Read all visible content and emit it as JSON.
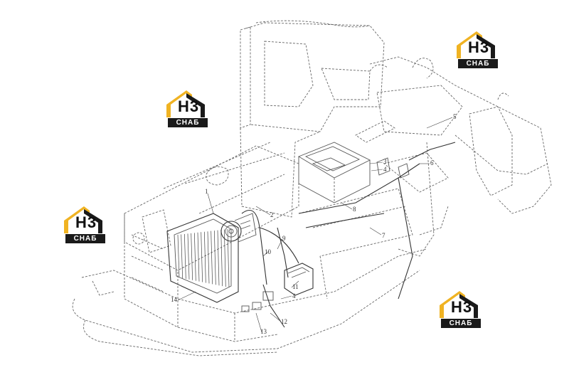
{
  "watermark": {
    "letters": "H3",
    "subtext": "СНАБ",
    "gold": "#f0b323",
    "dark": "#1a1a1a"
  },
  "callouts": {
    "c1": "1",
    "c2": "2",
    "c3": "3",
    "c4a": "4",
    "c4b": "4",
    "c5": "5",
    "c6": "6",
    "c7": "7",
    "c8": "8",
    "c9": "9",
    "c10": "10",
    "c11": "11",
    "c12": "12",
    "c13": "13",
    "c14": "14"
  }
}
